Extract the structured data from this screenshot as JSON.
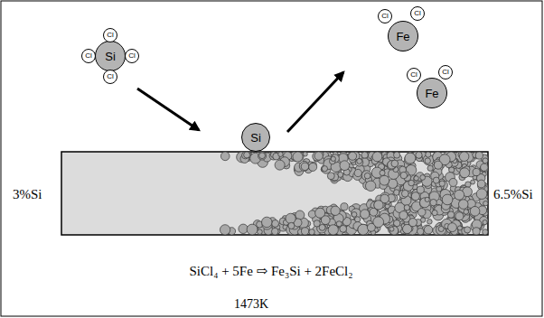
{
  "diagram": {
    "nodes": [
      {
        "text": [
          "Si"
        ]
      },
      {
        "text": [
          "Cl"
        ]
      },
      {
        "text": [
          "Cl"
        ]
      },
      {
        "text": [
          "Cl"
        ]
      },
      {
        "text": [
          "Cl"
        ]
      },
      {
        "text": [
          "Si"
        ]
      },
      {
        "text": [
          "Cl"
        ]
      },
      {
        "text": [
          "Cl"
        ]
      },
      {
        "text": [
          "Fe"
        ]
      },
      {
        "text": [
          "Cl"
        ]
      },
      {
        "text": [
          "Cl"
        ]
      },
      {
        "text": [
          "Fe"
        ]
      }
    ],
    "labels": [
      "3%Si",
      "6.5%Si",
      "SiCl₄ + 5Fe ⇨ Fe₃Si + 2FeCl₂",
      "1473K"
    ]
  }
}
